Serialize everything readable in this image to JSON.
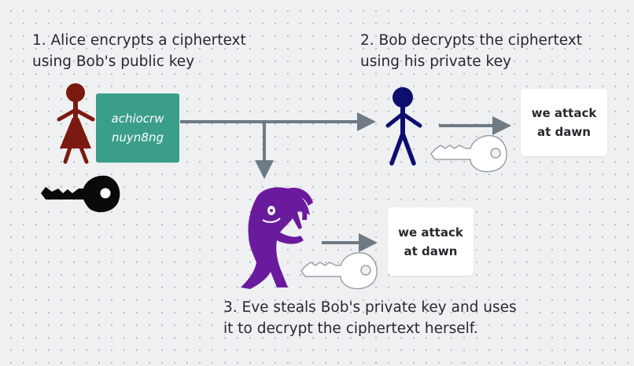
{
  "captions": {
    "alice": [
      "1. Alice encrypts a ciphertext",
      "using Bob's public key"
    ],
    "bob": [
      "2. Bob decrypts the ciphertext",
      "using his private key"
    ],
    "eve": [
      "3. Eve steals Bob's private key and uses",
      "it to decrypt the ciphertext herself."
    ]
  },
  "ciphertext": [
    "achiocrw",
    "nuyn8ng"
  ],
  "plaintext_bob": [
    "we attack",
    "at dawn"
  ],
  "plaintext_eve": [
    "we attack",
    "at dawn"
  ],
  "colors": {
    "alice": "#7b1a10",
    "bob": "#0d0e6e",
    "eve": "#6a1a9c",
    "cipher_box": "#3a9e8a",
    "arrow": "#6e7a84",
    "public_key": "#0a0a0a",
    "private_key": "#ffffff"
  },
  "icons": {
    "alice": "woman-stick-figure-icon",
    "bob": "man-stick-figure-icon",
    "eve": "eavesdropper-creature-icon",
    "public_key": "black-key-icon",
    "private_key": "white-key-icon"
  }
}
